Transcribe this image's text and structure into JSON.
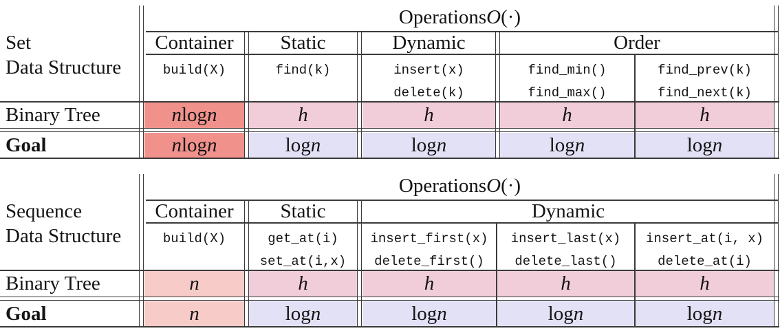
{
  "colors": {
    "salmon": "#F0918C",
    "light_salmon": "#F6CBC8",
    "pink": "#F1CDDA",
    "lavender": "#E3E1F6",
    "grid_line": "#3A3A3A"
  },
  "set_table": {
    "label": [
      "Set",
      "Data Structure"
    ],
    "operations_title": "Operations O(·)",
    "headers": {
      "container": "Container",
      "static": "Static",
      "dynamic": "Dynamic",
      "order": "Order"
    },
    "ops": {
      "container": [
        "build(X)"
      ],
      "static": [
        "find(k)"
      ],
      "dynamic": [
        "insert(x)",
        "delete(k)"
      ],
      "order_min": [
        "find_min()",
        "find_max()"
      ],
      "order_prev": [
        "find_prev(k)",
        "find_next(k)"
      ]
    },
    "binary_tree": {
      "label": "Binary Tree",
      "values": [
        "n log n",
        "h",
        "h",
        "h",
        "h"
      ]
    },
    "goal": {
      "label": "Goal",
      "values": [
        "n log n",
        "log n",
        "log n",
        "log n",
        "log n"
      ]
    }
  },
  "sequence_table": {
    "label": [
      "Sequence",
      "Data Structure"
    ],
    "operations_title": "Operations O(·)",
    "headers": {
      "container": "Container",
      "static": "Static",
      "dynamic": "Dynamic"
    },
    "ops": {
      "container": [
        "build(X)"
      ],
      "static": [
        "get_at(i)",
        "set_at(i,x)"
      ],
      "dynamic_first": [
        "insert_first(x)",
        "delete_first()"
      ],
      "dynamic_last": [
        "insert_last(x)",
        "delete_last()"
      ],
      "dynamic_at": [
        "insert_at(i, x)",
        "delete_at(i)"
      ]
    },
    "binary_tree": {
      "label": "Binary Tree",
      "values": [
        "n",
        "h",
        "h",
        "h",
        "h"
      ]
    },
    "goal": {
      "label": "Goal",
      "values": [
        "n",
        "log n",
        "log n",
        "log n",
        "log n"
      ]
    }
  }
}
